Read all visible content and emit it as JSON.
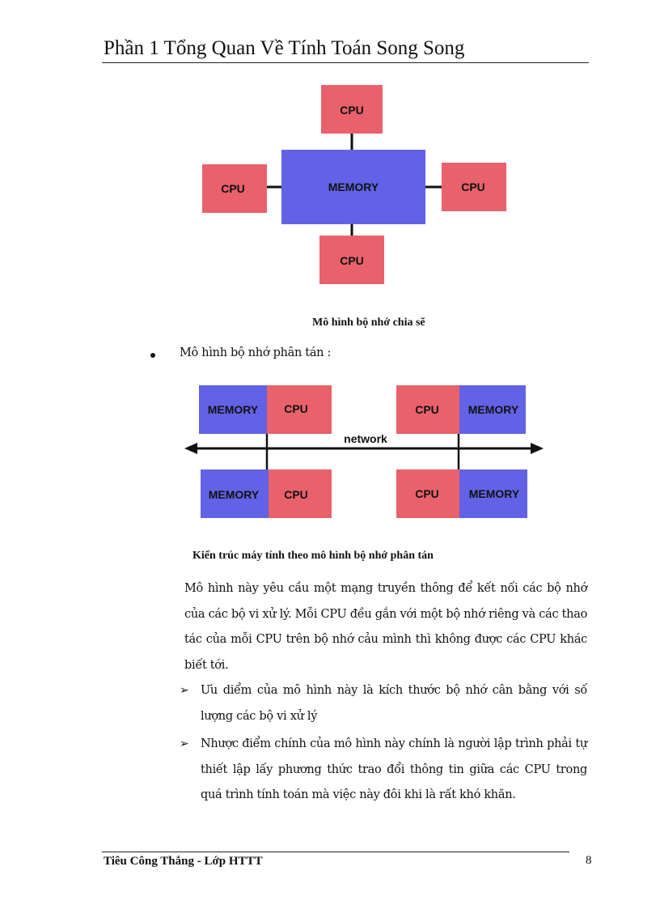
{
  "header": {
    "title": "Phần 1 Tổng Quan Về Tính Toán Song Song"
  },
  "figure1": {
    "caption": "Mô hình bộ nhớ chia sẽ",
    "memory_label": "MEMORY",
    "cpu_label": "CPU",
    "colors": {
      "cpu": "#e8616b",
      "memory": "#6262e6",
      "line": "#111111"
    }
  },
  "bullet": {
    "text": "Mô hình bộ nhớ phân tán :"
  },
  "figure2": {
    "caption": "Kiến trúc máy tính theo mô hình bộ nhớ phân tán",
    "network_label": "network",
    "memory_label": "MEMORY",
    "cpu_label": "CPU"
  },
  "body": {
    "paragraph": "Mô hình này yêu cầu một mạng truyền thông để kết nối các bộ nhớ của các bộ vi xử lý. Mỗi CPU đều gắn với một bộ nhớ riêng và các thao tác của mỗi CPU trên bộ nhớ cảu mình thì không được các CPU khác biết tới.",
    "points": [
      {
        "marker": "➢",
        "text": "Ưu diểm của mô hình này là kích thước bộ nhớ cân bằng với số lượng các bộ vi xử lý"
      },
      {
        "marker": "➢",
        "text": "Nhược điểm chính của mô hình này chính là người lập trình phải tự thiết lập lấy phương thức trao đổi thông tin giữa các CPU trong quá trình tính toán mà việc này đôi khi là rất khó khăn."
      }
    ]
  },
  "footer": {
    "author": "Tiêu Công Thắng - Lớp HTTT",
    "page_number": "8"
  }
}
